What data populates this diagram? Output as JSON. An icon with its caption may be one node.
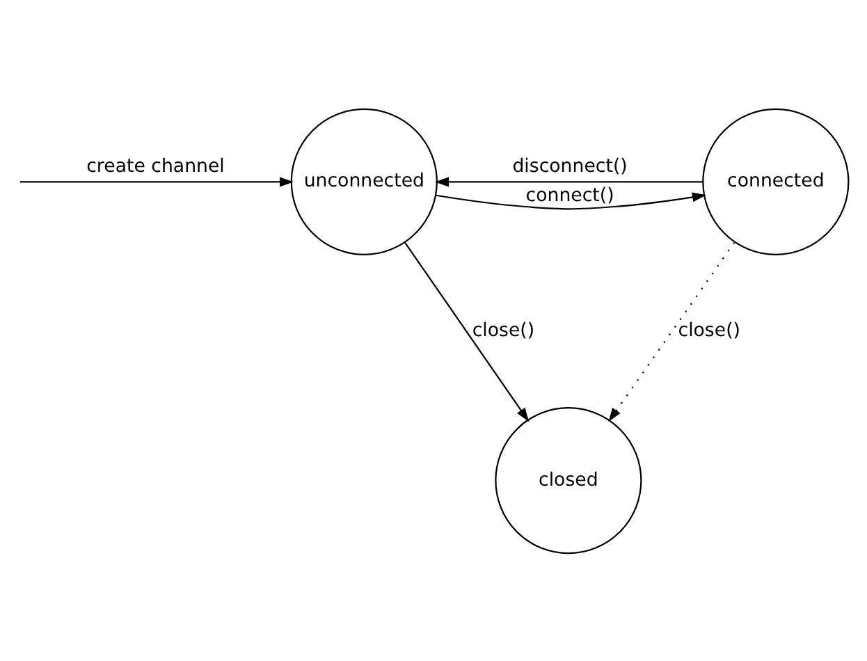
{
  "diagram": {
    "nodes": [
      {
        "text": [
          "unconnected"
        ]
      },
      {
        "text": [
          "connected"
        ]
      },
      {
        "text": [
          "closed"
        ]
      }
    ],
    "edges": [
      {
        "from": null,
        "to": 0,
        "arrow": "to",
        "label": "create channel"
      },
      {
        "from": 0,
        "to": 1,
        "arrow": "to",
        "label": "connect()"
      },
      {
        "from": 1,
        "to": 0,
        "arrow": "to",
        "label": "disconnect()"
      },
      {
        "from": 0,
        "to": 2,
        "arrow": "to",
        "label": "close()"
      },
      {
        "from": 1,
        "to": 2,
        "arrow": "to",
        "label": "close()",
        "style": "dashed"
      }
    ]
  }
}
